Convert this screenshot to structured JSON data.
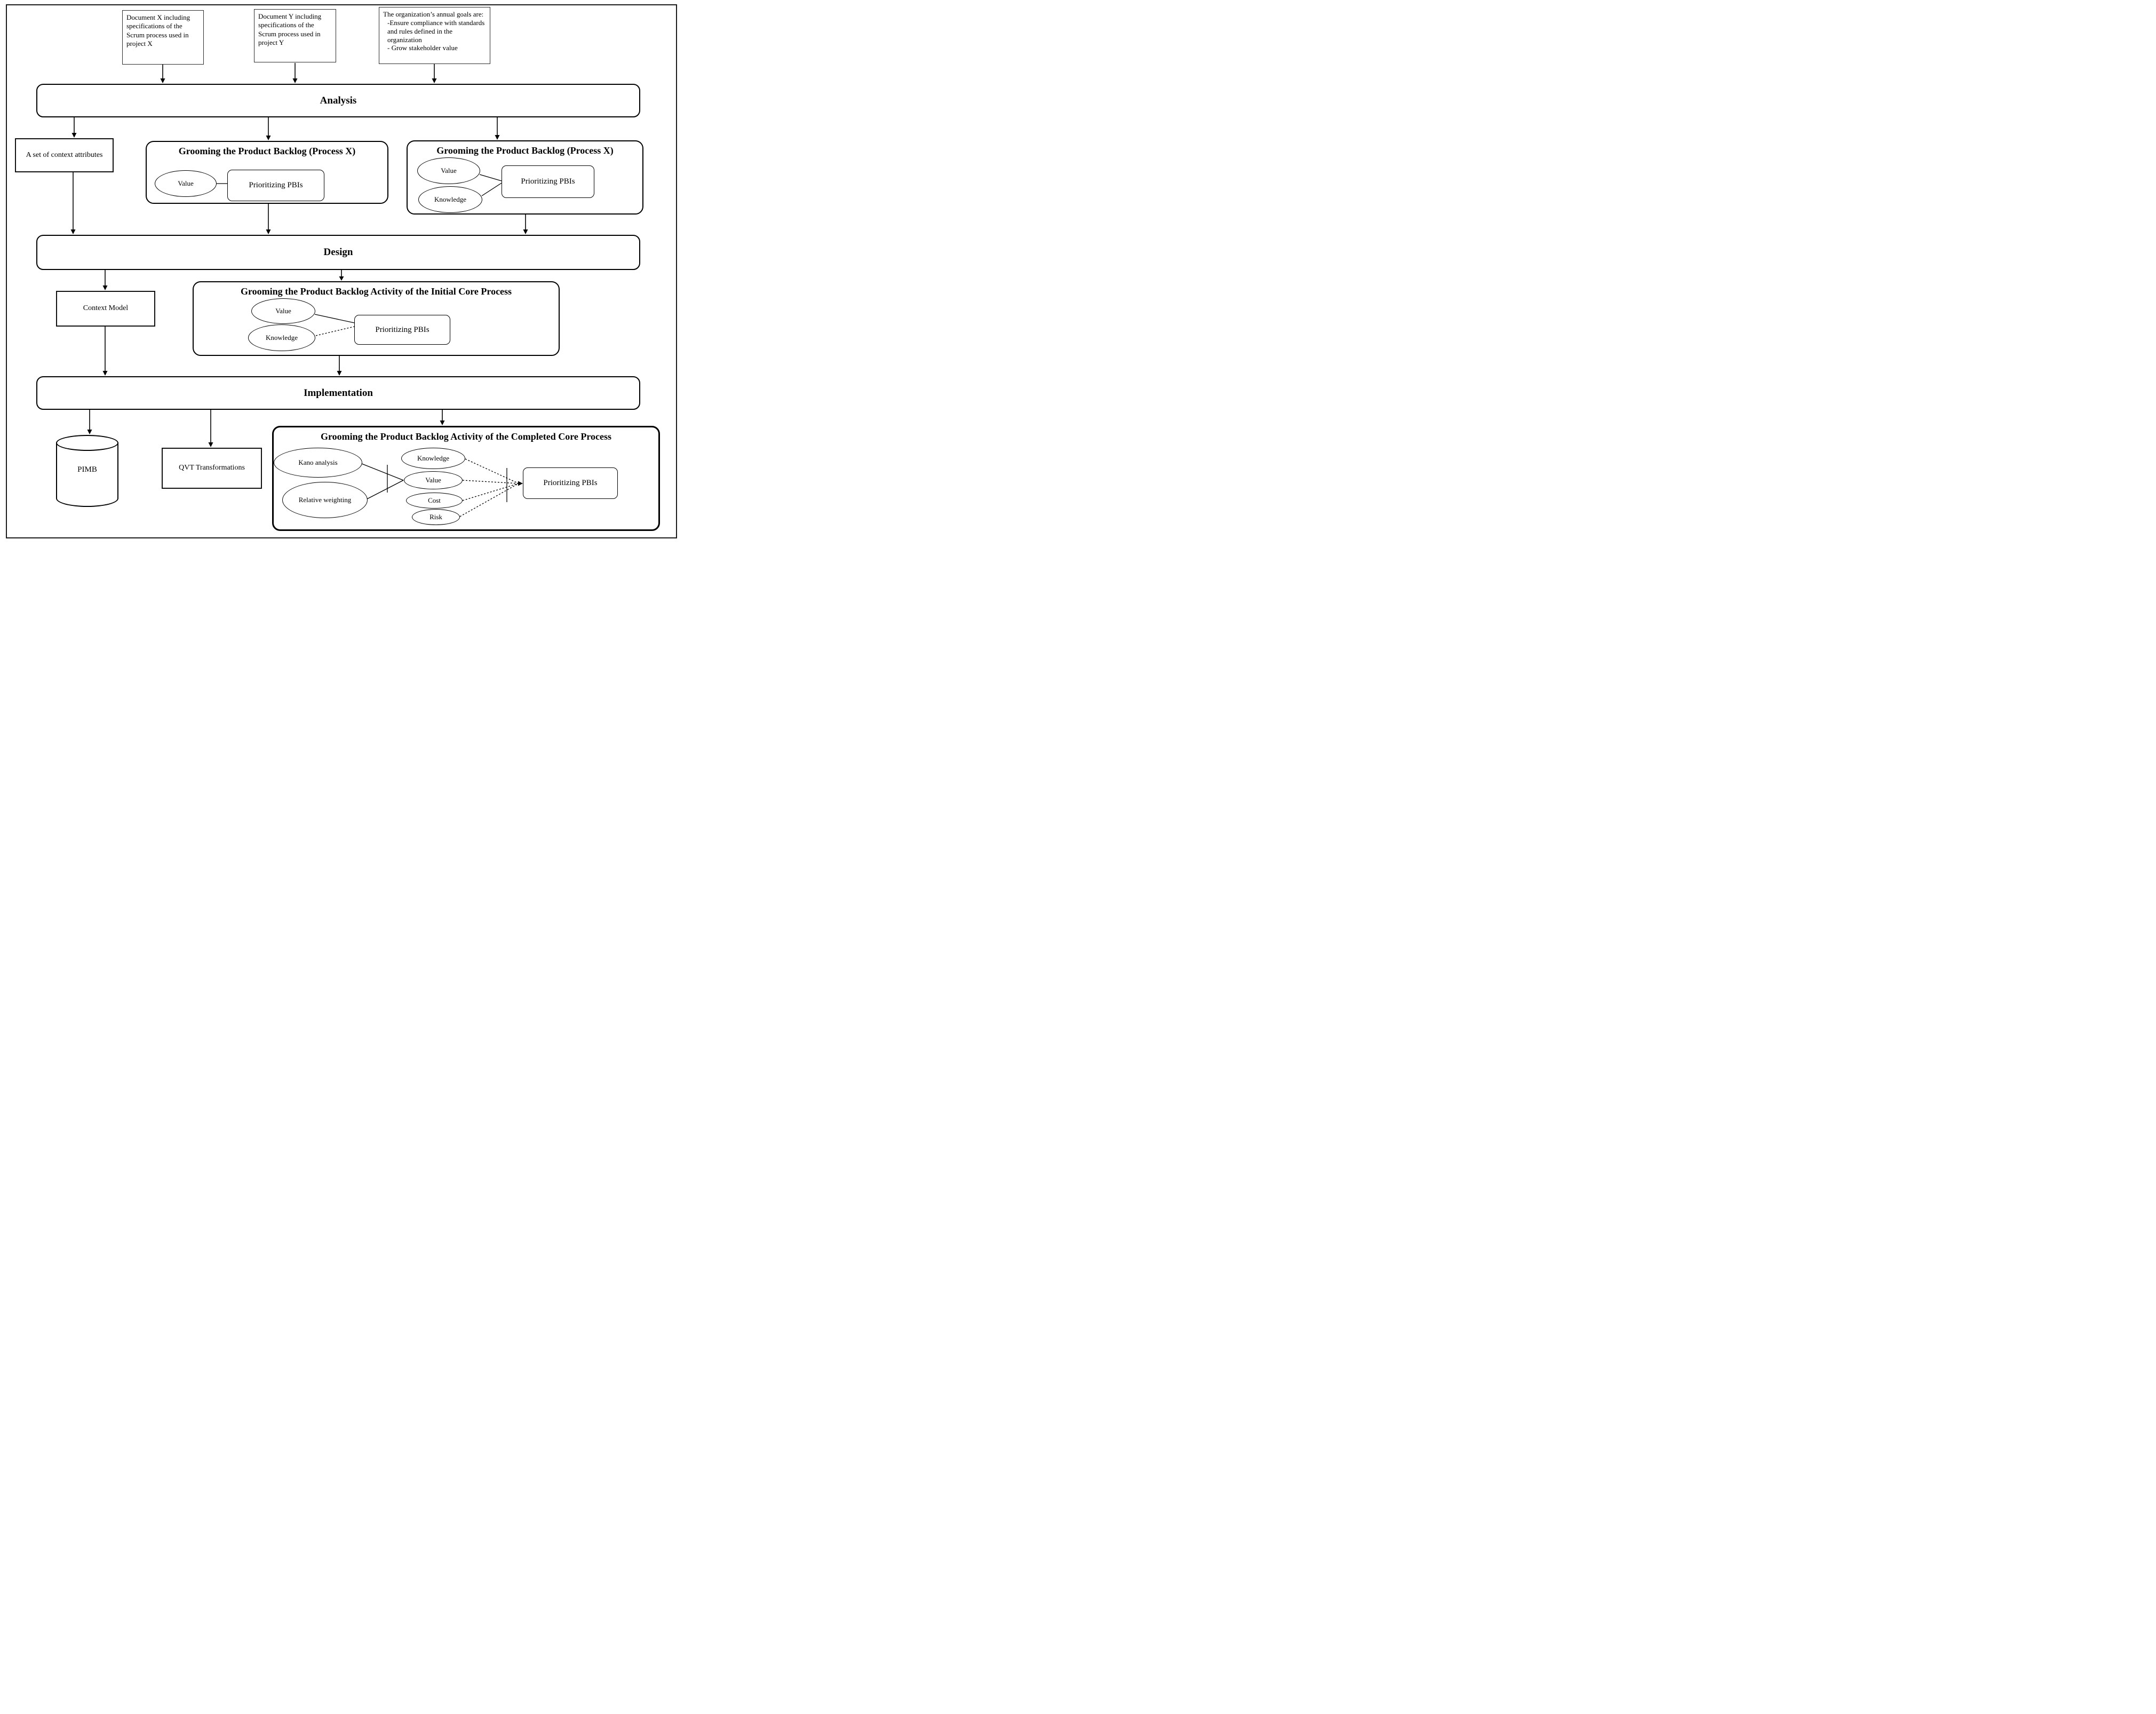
{
  "colors": {
    "ink": "#000000",
    "paper": "#ffffff"
  },
  "inputs": {
    "doc_x": "Document X including specifications of the Scrum process used in project X",
    "doc_y": "Document Y including specifications of the Scrum process used in project Y",
    "goals_intro": "The organization’s annual goals are:",
    "goals_item1": "-Ensure compliance with standards and rules defined in the organization",
    "goals_item2": "- Grow stakeholder value"
  },
  "phases": {
    "analysis": "Analysis",
    "design": "Design",
    "implementation": "Implementation"
  },
  "artifacts": {
    "context_attributes": "A set of context attributes",
    "context_model": "Context Model",
    "pimb": "PIMB",
    "qvt": "QVT Transformations"
  },
  "groom_x_left": {
    "title": "Grooming the Product Backlog (Process X)",
    "factor1": "Value",
    "task": "Prioritizing PBIs"
  },
  "groom_x_right": {
    "title": "Grooming the Product Backlog (Process X)",
    "factor1": "Value",
    "factor2": "Knowledge",
    "task": "Prioritizing PBIs"
  },
  "groom_initial": {
    "title": "Grooming the Product Backlog Activity of the Initial Core Process",
    "factor1": "Value",
    "factor2": "Knowledge",
    "task": "Prioritizing PBIs"
  },
  "groom_completed": {
    "title": "Grooming the Product Backlog Activity of the Completed Core Process",
    "technique1": "Kano analysis",
    "technique2": "Relative weighting",
    "factor1": "Knowledge",
    "factor2": "Value",
    "factor3": "Cost",
    "factor4": "Risk",
    "task": "Prioritizing PBIs"
  }
}
